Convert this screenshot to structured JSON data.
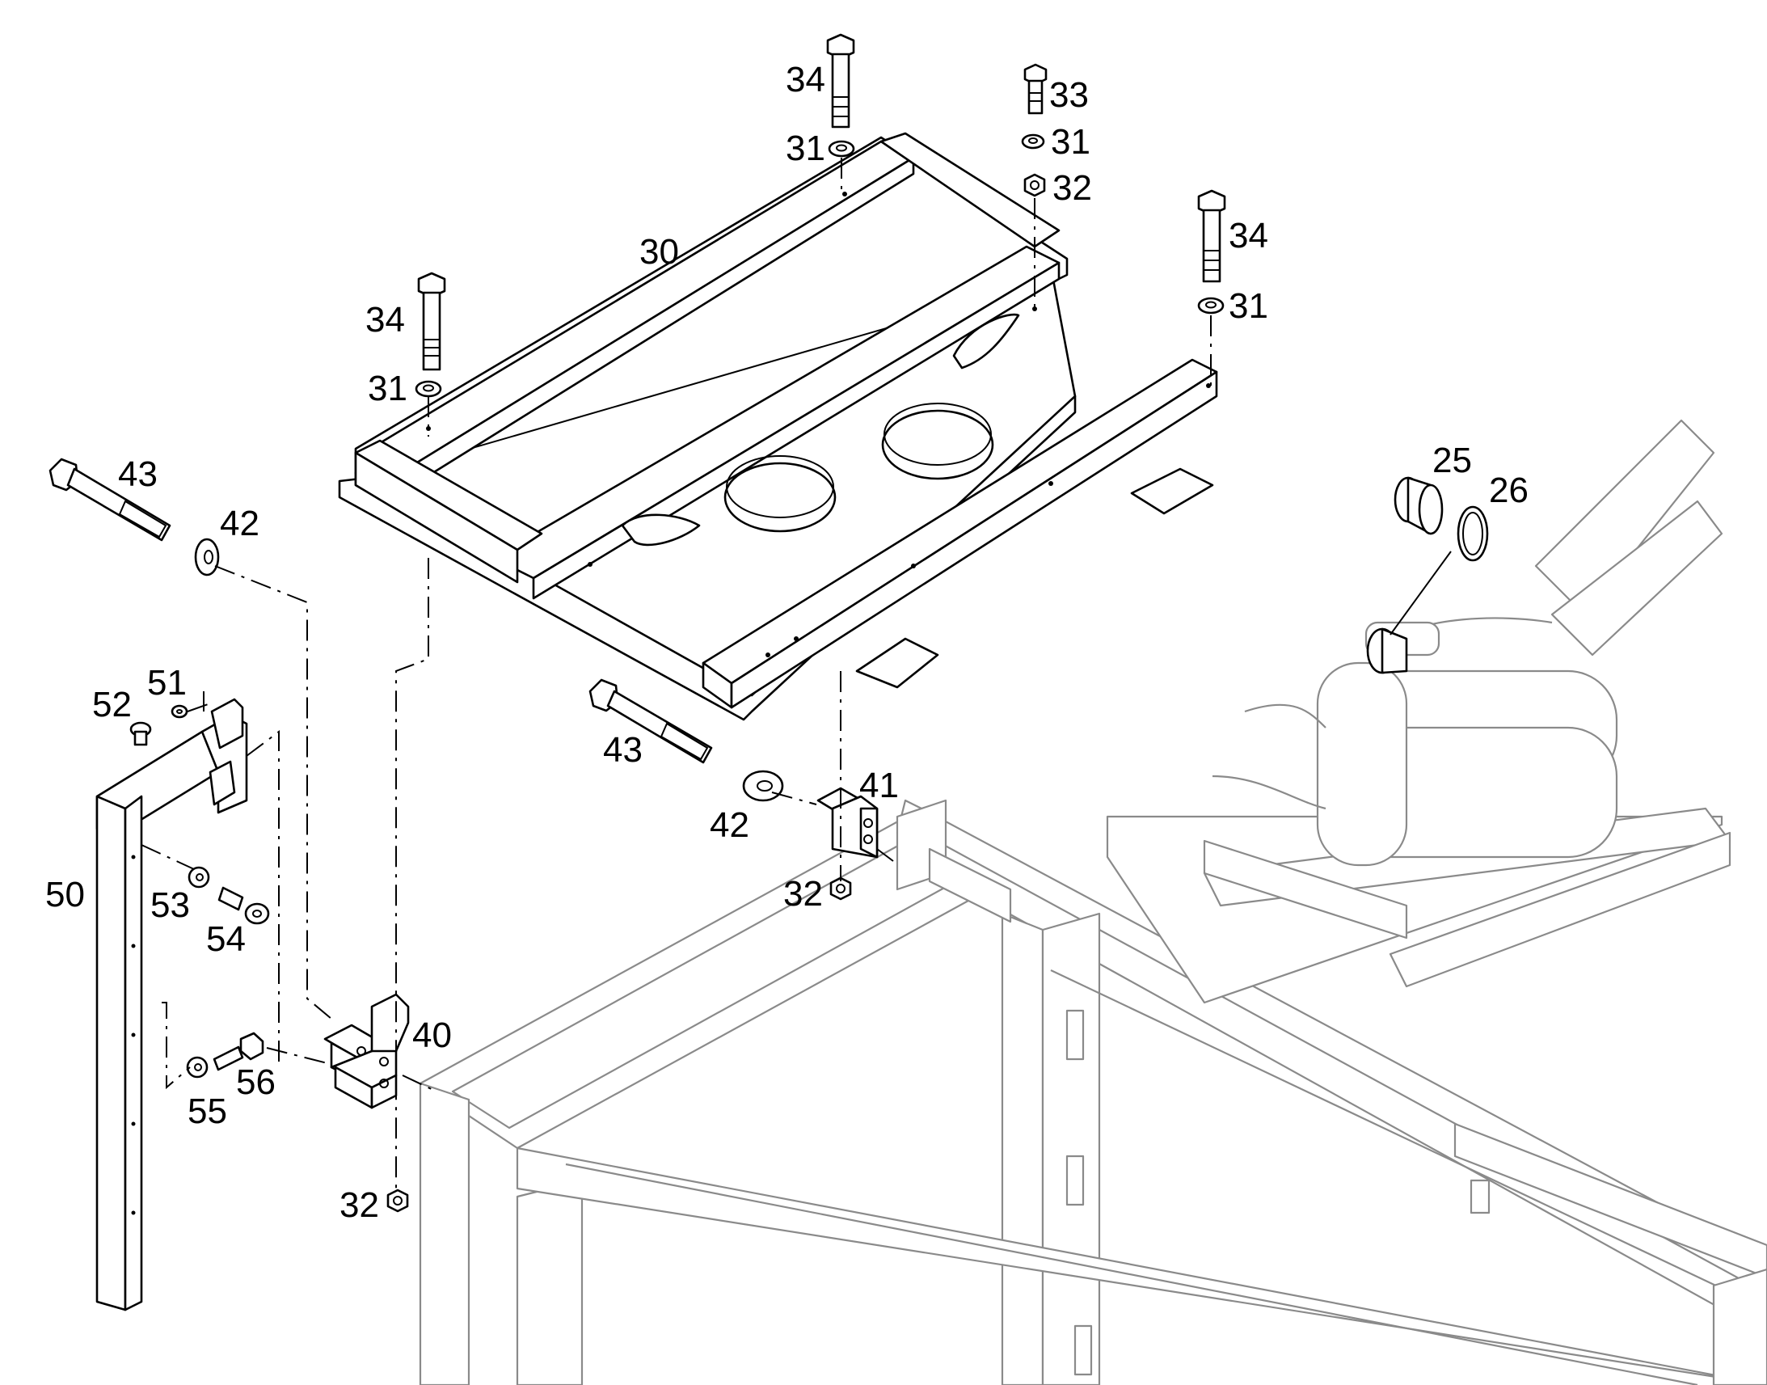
{
  "callouts": {
    "c25": "25",
    "c26": "26",
    "c30": "30",
    "c31a": "31",
    "c31b": "31",
    "c31c": "31",
    "c31d": "31",
    "c32a": "32",
    "c32b": "32",
    "c32c": "32",
    "c33": "33",
    "c34a": "34",
    "c34b": "34",
    "c34c": "34",
    "c40": "40",
    "c41": "41",
    "c42a": "42",
    "c42b": "42",
    "c43a": "43",
    "c43b": "43",
    "c50": "50",
    "c51": "51",
    "c52": "52",
    "c53": "53",
    "c54": "54",
    "c55": "55",
    "c56": "56"
  },
  "colors": {
    "line": "#000000",
    "context_line": "#8a8a8a",
    "background": "#ffffff"
  }
}
